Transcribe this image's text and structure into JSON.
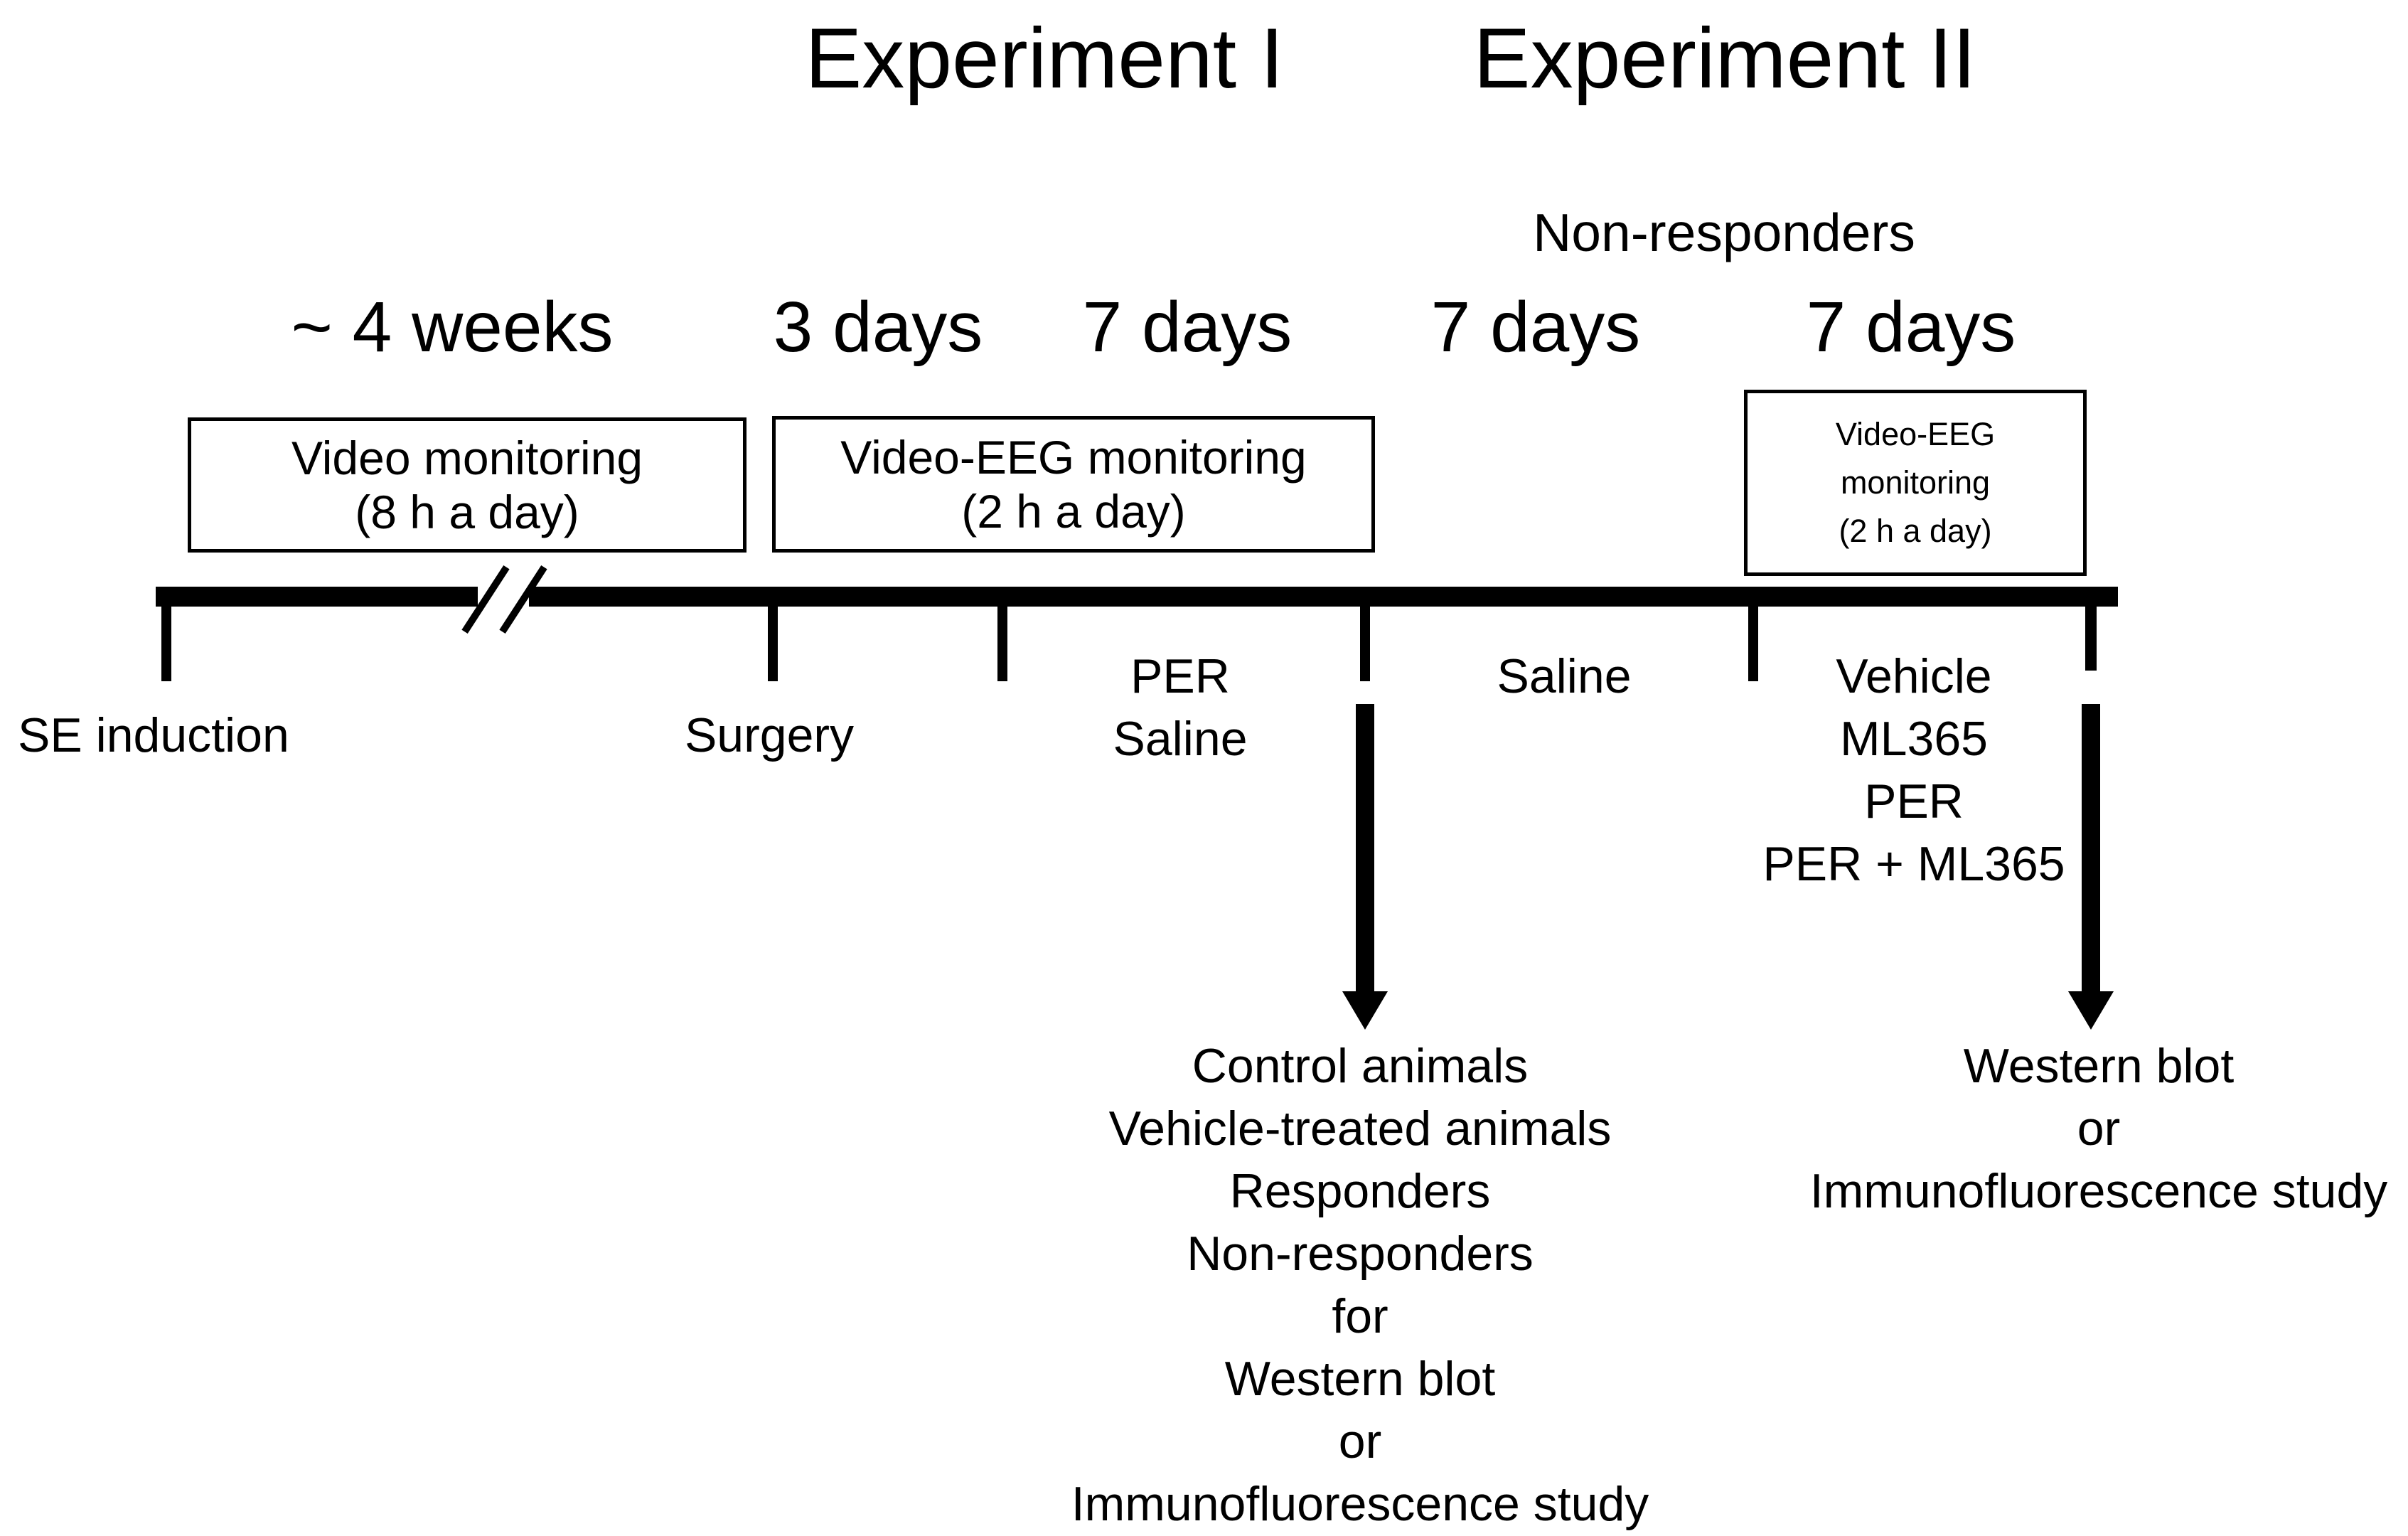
{
  "colors": {
    "ink": "#000000",
    "background": "#ffffff"
  },
  "header": {
    "experiment1": "Experiment I",
    "experiment2": "Experiment II",
    "non_responders": "Non-responders"
  },
  "durations": [
    "~ 4 weeks",
    "3 days",
    "7 days",
    "7 days",
    "7 days"
  ],
  "monitoring_boxes": {
    "video": {
      "lines": [
        "Video monitoring",
        "(8 h a day)"
      ]
    },
    "video_eeg_1": {
      "lines": [
        "Video-EEG monitoring",
        "(2 h a day)"
      ]
    },
    "video_eeg_2": {
      "lines": [
        "Video-EEG",
        "monitoring",
        "(2 h a day)"
      ]
    }
  },
  "timeline_events": {
    "se_induction": "SE induction",
    "surgery": "Surgery",
    "injections_exp1": [
      "PER",
      "Saline"
    ],
    "injection_mid": "Saline",
    "injections_exp2": [
      "Vehicle",
      "ML365",
      "PER",
      "PER + ML365"
    ]
  },
  "outcomes": {
    "experiment1": [
      "Control animals",
      "Vehicle-treated animals",
      "Responders",
      "Non-responders",
      "for",
      "Western blot",
      "or",
      "Immunofluorescence study"
    ],
    "experiment2": [
      "Western blot",
      "or",
      "Immunofluorescence study"
    ]
  }
}
